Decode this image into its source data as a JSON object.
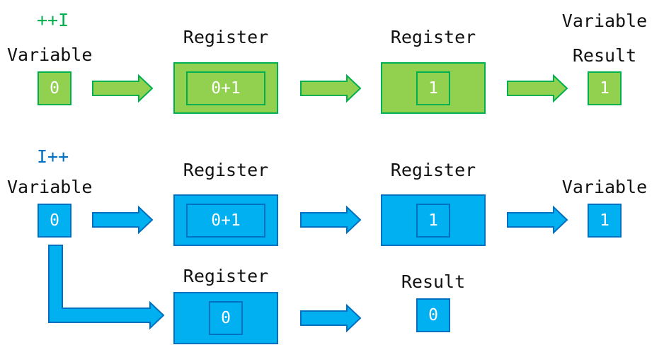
{
  "colors": {
    "green_fill": "#92d050",
    "green_stroke": "#00b050",
    "blue_fill": "#00b0f0",
    "blue_stroke": "#0070c0",
    "title_green": "#00b050",
    "title_blue": "#0070c0"
  },
  "pre": {
    "title": "++I",
    "variable_label": "Variable",
    "variable_value": "0",
    "register1_label": "Register",
    "register1_value": "0+1",
    "register2_label": "Register",
    "register2_value": "1",
    "result_label_top": "Variable",
    "result_label_bottom": "Result",
    "result_value": "1"
  },
  "post": {
    "title": "I++",
    "variable_label": "Variable",
    "variable_value": "0",
    "register1_label": "Register",
    "register1_value": "0+1",
    "register2_label": "Register",
    "register2_value": "1",
    "variable_out_label": "Variable",
    "variable_out_value": "1",
    "register3_label": "Register",
    "register3_value": "0",
    "result_label": "Result",
    "result_value": "0"
  }
}
